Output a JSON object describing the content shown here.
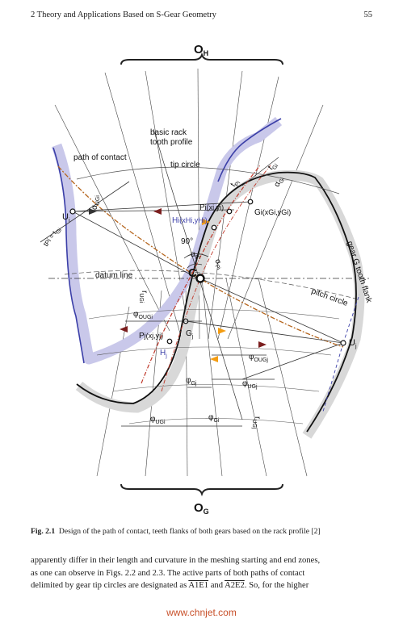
{
  "header": {
    "chapter_title": "2   Theory and Applications Based on S-Gear Geometry",
    "page_number": "55"
  },
  "figure": {
    "labels": {
      "oh": "O",
      "oh_sub": "H",
      "og": "O",
      "og_sub": "G",
      "basic_rack_1": "basic rack",
      "basic_rack_2": "tooth profile",
      "path_of_contact": "path of contact",
      "tip_circle": "tip circle",
      "ui": "U",
      "ui_sub": "i",
      "uj": "U",
      "uj_sub": "j",
      "pi": "P",
      "pi_rest": "i(xi,yi)",
      "hi": "H",
      "hi_rest": "i(xHi,yHi)",
      "gi": "G",
      "gi_rest": "i(xGi,yGi)",
      "c": "C",
      "ninety": "90°",
      "datum_line": "datum line",
      "pitch_circle": "pitch circle",
      "gear_g_flank": "gear G tooth flank",
      "pj": "P",
      "pj_rest": "j(xj,yj)",
      "gj": "G",
      "gj_sub": "j",
      "hj": "H",
      "hj_sub": "j",
      "alpha_pi": "α",
      "alpha_pi_sub": "Pi",
      "alpha_pi2": "α",
      "alpha_pi2_sub": "Pi",
      "alpha_ugi": "α",
      "alpha_ugi_sub": "UGi",
      "alpha_gi": "α",
      "alpha_gi_sub": "Gi",
      "t_gi": "t",
      "t_gi_sub": "Gi",
      "t_pi": "t",
      "t_pi_sub": "Pi",
      "tpi_eq": "t",
      "tpi_eq_rest": "Pi = t",
      "tpi_eq_sub": "Gi",
      "r_ugi": "r",
      "r_ugi_sub": "UGi",
      "phi_ougi": "φ",
      "phi_ougi_sub": "OUGi",
      "phi_ougj": "φ",
      "phi_ougj_sub": "OUGj",
      "phi_ugj": "φ",
      "phi_ugj_sub": "UGj",
      "phi_gj": "φ",
      "phi_gj_sub": "Gj",
      "phi_ugi": "φ",
      "phi_ugi_sub": "UGi",
      "phi_gi": "φ",
      "phi_gi_sub": "Gi",
      "r_ugj": "r",
      "r_ugj_sub": "UGj"
    },
    "colors": {
      "blue_band": "#c9c8ea",
      "gray_band": "#d8d8d8",
      "blue_line": "#3b3fa8",
      "red_dash": "#c0392b",
      "orange_dash": "#b5651d",
      "orange_arrow": "#f39c12",
      "dark_red_arrow": "#7b1e1e"
    }
  },
  "caption": {
    "label": "Fig. 2.1",
    "text": "Design of the path of contact, teeth flanks of both gears based on the rack profile [2]"
  },
  "body": {
    "line1": "apparently differ in their length and curvature in the meshing starting and end zones,",
    "line2": "as one can observe in Figs. 2.2 and 2.3. The active parts of both paths of contact",
    "line3_a": "delimited by gear tip circles are designated as ",
    "line3_b": "A1E1",
    "line3_c": " and ",
    "line3_d": "A2E2",
    "line3_e": ". So, for the higher"
  },
  "watermark": "www.chnjet.com"
}
